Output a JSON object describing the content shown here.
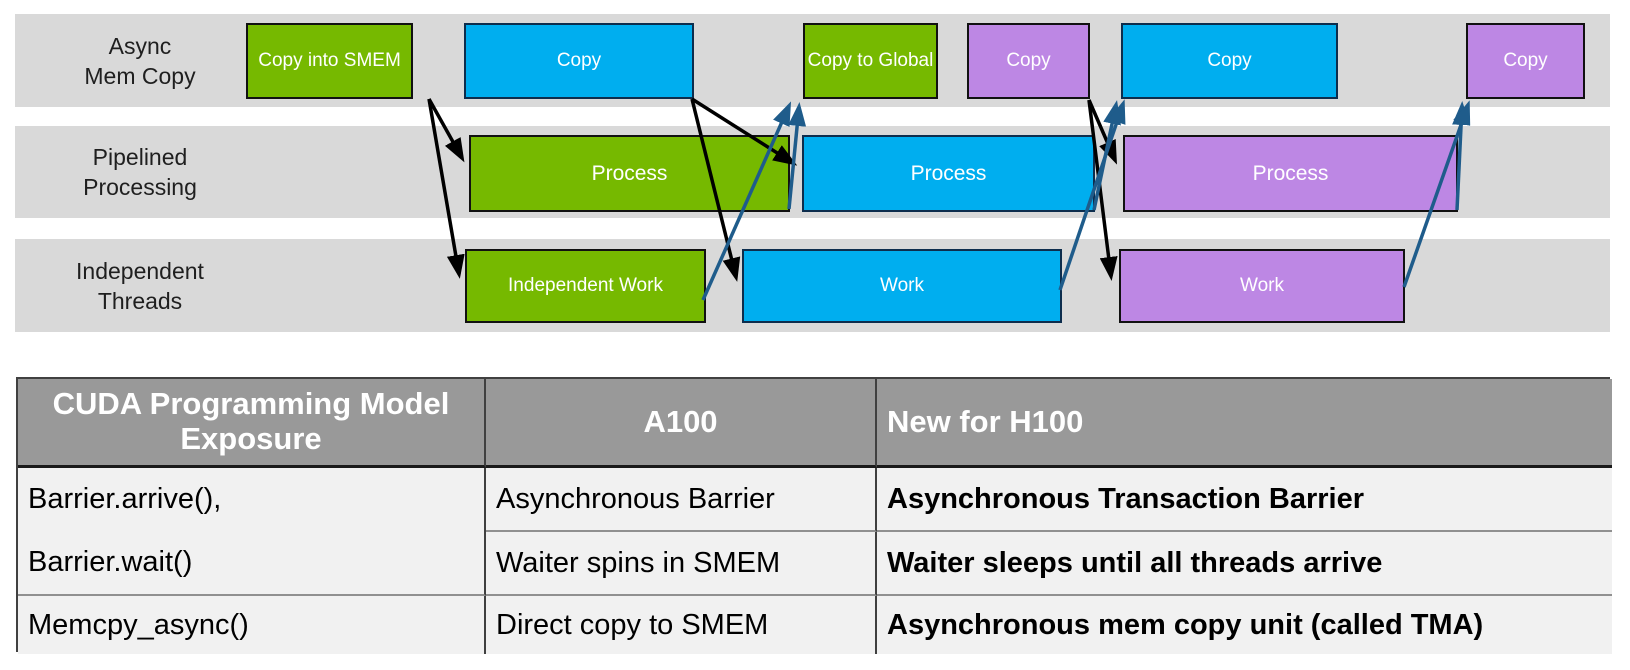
{
  "slide": {
    "lanes": [
      {
        "label_line1": "Async",
        "label_line2": "Mem Copy"
      },
      {
        "label_line1": "Pipelined",
        "label_line2": "Processing"
      },
      {
        "label_line1": "Independent",
        "label_line2": "Threads"
      }
    ],
    "boxes": {
      "copy_into_smem": "Copy into SMEM",
      "copy_blue_1": "Copy",
      "copy_to_global": "Copy to Global",
      "copy_purple_1": "Copy",
      "copy_blue_2": "Copy",
      "copy_purple_2": "Copy",
      "process_green": "Process",
      "process_blue": "Process",
      "process_purple": "Process",
      "independent_work": "Independent Work",
      "work_blue": "Work",
      "work_purple": "Work"
    },
    "colors": {
      "nvidia_green": "#76B900",
      "cyan_blue": "#00AEEF",
      "violet": "#BD87E4",
      "lane_band_gray": "#D9D9D9",
      "arrow_black": "#000000",
      "arrow_steel_blue": "#1F5C8B",
      "table_header_gray": "#999999",
      "table_body_gray": "#F1F1F1"
    }
  },
  "table": {
    "headers": {
      "col1": "CUDA Programming Model Exposure",
      "col2": "A100",
      "col3": "New for H100"
    },
    "row1": {
      "model_line1": "Barrier.arrive(),",
      "model_line2": "Barrier.wait()",
      "a100_line1": "Asynchronous Barrier",
      "a100_line2": "Waiter spins in SMEM",
      "h100_line1": "Asynchronous Transaction Barrier",
      "h100_line2": "Waiter sleeps until all threads arrive"
    },
    "row2": {
      "model": "Memcpy_async()",
      "a100": "Direct copy to SMEM",
      "h100": "Asynchronous mem copy unit (called TMA)"
    }
  }
}
